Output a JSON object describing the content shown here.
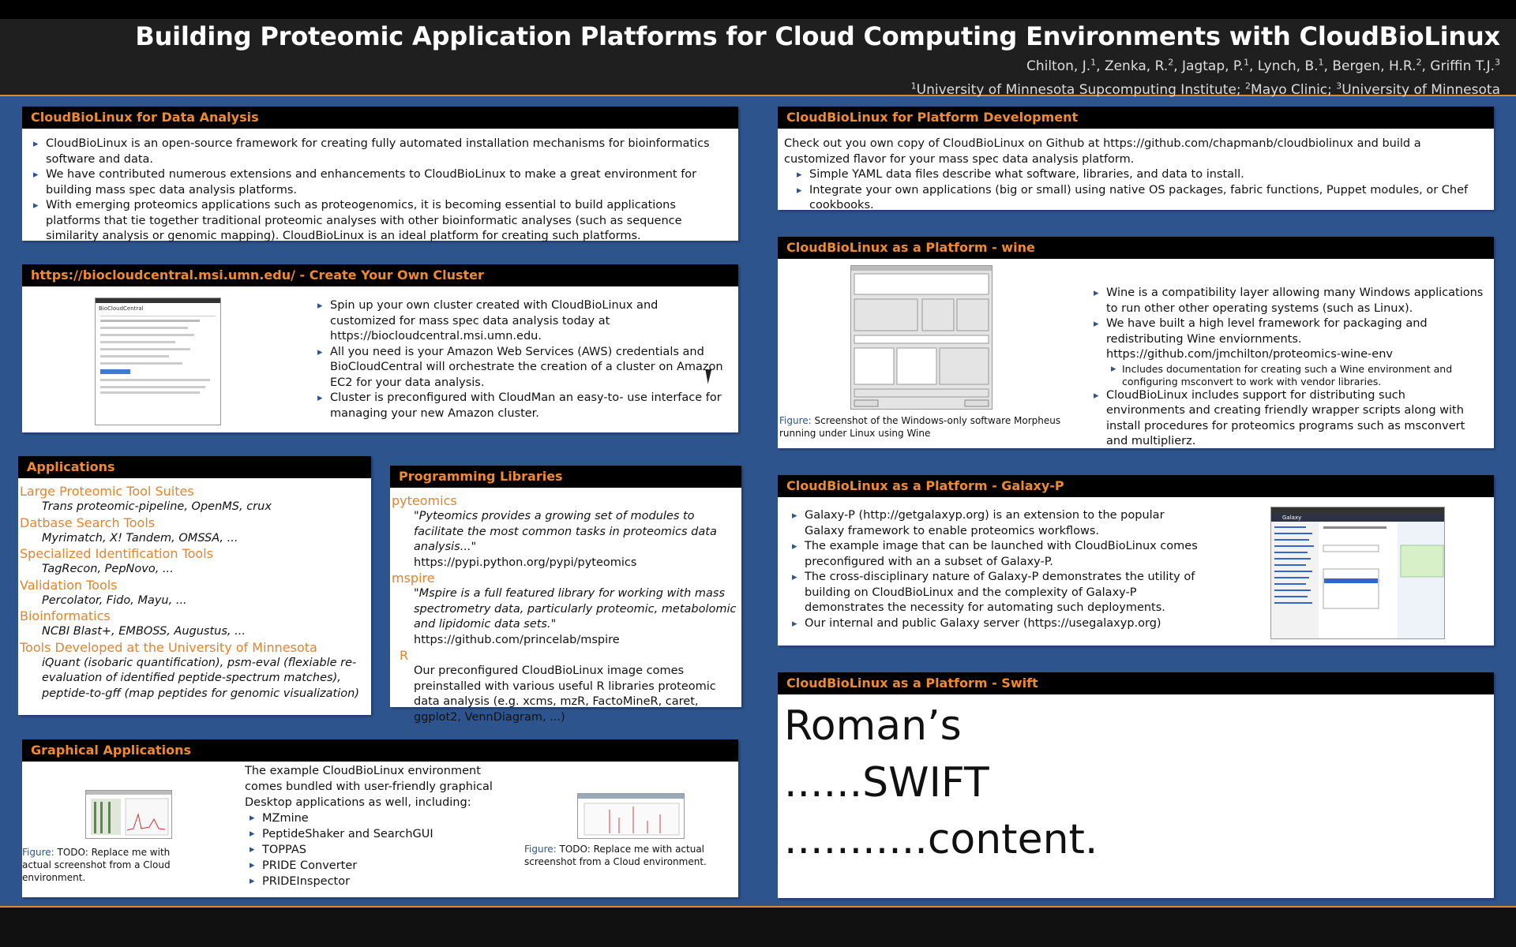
{
  "header": {
    "title": "Building Proteomic Application Platforms for Cloud Computing Environments with CloudBioLinux",
    "authors": [
      {
        "name": "Chilton, J.",
        "sup": "1"
      },
      {
        "name": "Zenka, R.",
        "sup": "2"
      },
      {
        "name": "Jagtap, P.",
        "sup": "1"
      },
      {
        "name": "Lynch, B.",
        "sup": "1"
      },
      {
        "name": "Bergen, H.R.",
        "sup": "2"
      },
      {
        "name": "Griffin T.J.",
        "sup": "3"
      }
    ],
    "affiliations": [
      {
        "sup": "1",
        "name": "University of Minnesota Supcomputing Institute;"
      },
      {
        "sup": "2",
        "name": "Mayo Clinic;"
      },
      {
        "sup": "3",
        "name": "University of Minnesota"
      }
    ]
  },
  "analysis": {
    "title": "CloudBioLinux for Data Analysis",
    "items": [
      "CloudBioLinux is an open-source framework for creating fully automated installation mechanisms for bioinformatics software and data.",
      "We have contributed numerous extensions and enhancements to CloudBioLinux to make a great environment for building mass spec data analysis platforms.",
      "With emerging proteomics applications such as proteogenomics, it is becoming essential to build applications platforms that tie together traditional proteomic analyses with other bioinformatic analyses (such as sequence similarity analysis or genomic mapping). CloudBioLinux is an ideal platform for creating such platforms."
    ]
  },
  "cluster": {
    "title": "https://biocloudcentral.msi.umn.edu/ - Create Your Own Cluster",
    "screenshot_title": "BioCloudCentral",
    "items": [
      "Spin up your own cluster created with CloudBioLinux and customized for mass spec data analysis today at https://biocloudcentral.msi.umn.edu.",
      "All you need is your Amazon Web Services (AWS) credentials and BioCloudCentral will orchestrate the creation of a cluster on Amazon EC2 for your data analysis.",
      "Cluster is preconfigured with CloudMan an easy-to- use interface for managing your new Amazon cluster."
    ]
  },
  "applications": {
    "title": "Applications",
    "groups": [
      {
        "heading": "Large Proteomic Tool Suites",
        "text": "Trans proteomic-pipeline, OpenMS, crux"
      },
      {
        "heading": "Datbase Search Tools",
        "text": "Myrimatch, X! Tandem, OMSSA, ..."
      },
      {
        "heading": "Specialized Identification Tools",
        "text": "TagRecon, PepNovo, ..."
      },
      {
        "heading": "Validation Tools",
        "text": "Percolator, Fido, Mayu, ..."
      },
      {
        "heading": "Bioinformatics",
        "text": "NCBI Blast+, EMBOSS, Augustus, ..."
      },
      {
        "heading": "Tools Developed at the University of Minnesota",
        "text": "iQuant (isobaric quantification), psm-eval (flexiable re-evaluation of identified peptide-spectrum matches), peptide-to-gff (map peptides for genomic visualization)"
      }
    ]
  },
  "libraries": {
    "title": "Programming Libraries",
    "pyteomics_heading": "pyteomics",
    "pyteomics_quote": "\"Pyteomics provides a growing set of modules to facilitate the most common tasks in proteomics data analysis...\"",
    "pyteomics_url": "https://pypi.python.org/pypi/pyteomics",
    "mspire_heading": "mspire",
    "mspire_quote": "\"Mspire is a full featured library for working with mass spectrometry data, particularly proteomic, metabolomic and lipidomic data sets.\"",
    "mspire_url": "https://github.com/princelab/mspire",
    "r_heading": "R",
    "r_text": "Our preconfigured CloudBioLinux image comes preinstalled with various useful R libraries proteomic data analysis (e.g. xcms, mzR, FactoMineR, caret, ggplot2, VennDiagram, ...)"
  },
  "graphical": {
    "title": "Graphical Applications",
    "intro": "The example CloudBioLinux environment comes bundled with user-friendly graphical Desktop applications as well, including:",
    "items": [
      "MZmine",
      "PeptideShaker and SearchGUI",
      "TOPPAS",
      "PRIDE Converter",
      "PRIDEInspector"
    ],
    "fig_label": "Figure:",
    "fig1_caption": "TODO: Replace me with actual screenshot from a Cloud environment.",
    "fig2_caption": "TODO: Replace me with actual screenshot from a Cloud environment."
  },
  "platform_dev": {
    "title": "CloudBioLinux for Platform Development",
    "intro": "Check out you own copy of CloudBioLinux on Github at https://github.com/chapmanb/cloudbiolinux and build a customized flavor for your mass spec data analysis platform.",
    "items": [
      "Simple YAML data files describe what software, libraries, and data to install.",
      "Integrate your own applications (big or small) using native OS packages, fabric functions, Puppet modules, or Chef cookbooks."
    ]
  },
  "wine": {
    "title": "CloudBioLinux as a Platform - wine",
    "fig_label": "Figure:",
    "fig_caption": "Screenshot of the Windows-only software Morpheus running under Linux using Wine",
    "items": [
      "Wine is a compatibility layer allowing many Windows applications to run other other operating systems (such as Linux).",
      "We have built a high level framework for packaging and redistributing Wine enviornments. https://github.com/jmchilton/proteomics-wine-env",
      "CloudBioLinux includes support for distributing such environments and creating friendly wrapper scripts along with install procedures for proteomics programs such as msconvert and multiplierz."
    ],
    "subitem": "Includes documentation for creating such a Wine environment and configuring msconvert to work with vendor libraries."
  },
  "galaxy": {
    "title": "CloudBioLinux as a Platform - Galaxy-P",
    "screenshot_title": "Galaxy",
    "items": [
      "Galaxy-P (http://getgalaxyp.org) is an extension to the popular Galaxy framework to enable proteomics workflows.",
      "The example image that can be launched with CloudBioLinux comes preconfigured with an a subset of Galaxy-P.",
      "The cross-disciplinary nature of Galaxy-P demonstrates the utility of building on CloudBioLinux and the complexity of Galaxy-P demonstrates the necessity for automating such deployments.",
      "Our internal and public Galaxy server (https://usegalaxyp.org)"
    ]
  },
  "swift": {
    "title": "CloudBioLinux as a Platform - Swift",
    "lines": [
      "Roman’s",
      "......SWIFT",
      "...........content."
    ]
  },
  "colors": {
    "background": "#2e548e",
    "accent": "#f08a2c",
    "title_bar": "#000000"
  }
}
